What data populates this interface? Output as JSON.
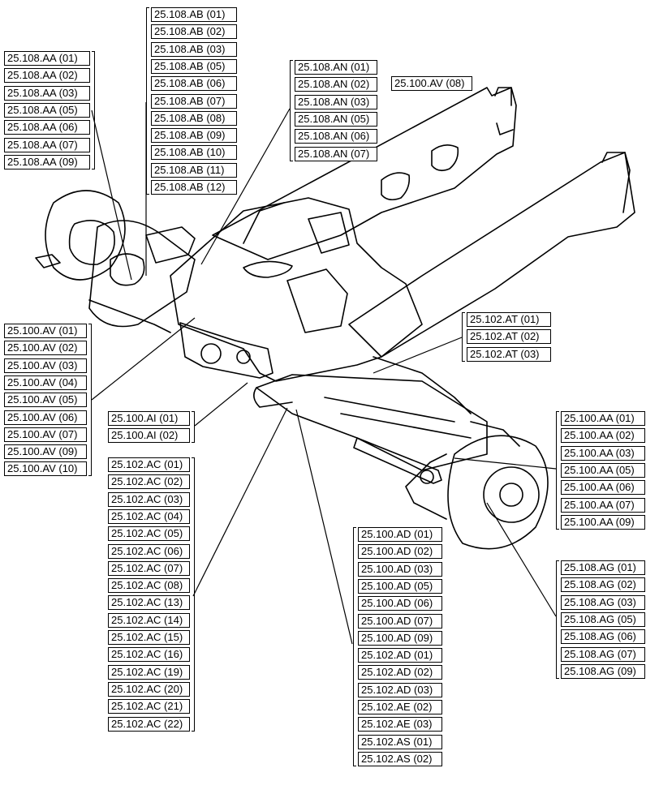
{
  "groups": [
    {
      "id": "aa-108",
      "labels": [
        "25.108.AA (01)",
        "25.108.AA (02)",
        "25.108.AA (03)",
        "25.108.AA (05)",
        "25.108.AA (06)",
        "25.108.AA (07)",
        "25.108.AA (09)"
      ]
    },
    {
      "id": "ab-108",
      "labels": [
        "25.108.AB (01)",
        "25.108.AB (02)",
        "25.108.AB (03)",
        "25.108.AB (05)",
        "25.108.AB (06)",
        "25.108.AB (07)",
        "25.108.AB (08)",
        "25.108.AB (09)",
        "25.108.AB (10)",
        "25.108.AB (11)",
        "25.108.AB (12)"
      ]
    },
    {
      "id": "an-108",
      "labels": [
        "25.108.AN (01)",
        "25.108.AN (02)",
        "25.108.AN (03)",
        "25.108.AN (05)",
        "25.108.AN (06)",
        "25.108.AN (07)"
      ]
    },
    {
      "id": "av-100-single",
      "labels": [
        "25.100.AV (08)"
      ]
    },
    {
      "id": "av-100",
      "labels": [
        "25.100.AV (01)",
        "25.100.AV (02)",
        "25.100.AV (03)",
        "25.100.AV (04)",
        "25.100.AV (05)",
        "25.100.AV (06)",
        "25.100.AV (07)",
        "25.100.AV (09)",
        "25.100.AV (10)"
      ]
    },
    {
      "id": "at-102",
      "labels": [
        "25.102.AT (01)",
        "25.102.AT (02)",
        "25.102.AT (03)"
      ]
    },
    {
      "id": "ai-100",
      "labels": [
        "25.100.AI (01)",
        "25.100.AI (02)"
      ]
    },
    {
      "id": "ac-102",
      "labels": [
        "25.102.AC (01)",
        "25.102.AC (02)",
        "25.102.AC (03)",
        "25.102.AC (04)",
        "25.102.AC (05)",
        "25.102.AC (06)",
        "25.102.AC (07)",
        "25.102.AC (08)",
        "25.102.AC (13)",
        "25.102.AC (14)",
        "25.102.AC (15)",
        "25.102.AC (16)",
        "25.102.AC (19)",
        "25.102.AC (20)",
        "25.102.AC (21)",
        "25.102.AC (22)"
      ]
    },
    {
      "id": "aa-100",
      "labels": [
        "25.100.AA (01)",
        "25.100.AA (02)",
        "25.100.AA (03)",
        "25.100.AA (05)",
        "25.100.AA (06)",
        "25.100.AA (07)",
        "25.100.AA (09)"
      ]
    },
    {
      "id": "ad-100",
      "labels": [
        "25.100.AD (01)",
        "25.100.AD (02)",
        "25.100.AD (03)",
        "25.100.AD (05)",
        "25.100.AD (06)",
        "25.100.AD (07)",
        "25.100.AD (09)",
        "25.102.AD (01)",
        "25.102.AD (02)",
        "25.102.AD (03)",
        "25.102.AE (02)",
        "25.102.AE (03)",
        "25.102.AS (01)",
        "25.102.AS (02)"
      ]
    },
    {
      "id": "ag-108",
      "labels": [
        "25.108.AG (01)",
        "25.108.AG (02)",
        "25.108.AG (03)",
        "25.108.AG (05)",
        "25.108.AG (06)",
        "25.108.AG (07)",
        "25.108.AG (09)"
      ]
    }
  ]
}
